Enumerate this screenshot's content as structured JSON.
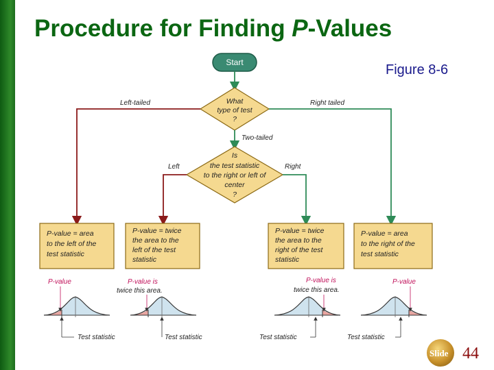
{
  "slide": {
    "title_main": "Procedure for Finding ",
    "title_p": "P",
    "title_rest": "-Values",
    "figure_label": "Figure 8-6",
    "slide_word": "Slide",
    "slide_number": "44"
  },
  "flowchart": {
    "start": "Start",
    "q1": [
      "What",
      "type of test",
      "?"
    ],
    "left_tailed": "Left-tailed",
    "right_tailed": "Right tailed",
    "two_tailed": "Two-tailed",
    "q2": [
      "Is",
      "the test statistic",
      "to the right or left of",
      "center",
      "?"
    ],
    "left": "Left",
    "right": "Right",
    "box1": [
      "P-value = area",
      "to the left of the",
      "test statistic"
    ],
    "box2": [
      "P-value = twice",
      "the area to the",
      "left of the test",
      "statistic"
    ],
    "box3": [
      "P-value = twice",
      "the area to the",
      "right of the test",
      "statistic"
    ],
    "box4": [
      "P-value = area",
      "to the right of the",
      "test statistic"
    ]
  },
  "curves": {
    "c1_top": [
      "P-value"
    ],
    "c2_top": [
      "P-value is",
      "twice this area."
    ],
    "c3_top": [
      "P-value is",
      "twice this area."
    ],
    "c4_top": [
      "P-value"
    ],
    "test_statistic": "Test statistic"
  },
  "colors": {
    "sidebar": "#1e6d1e",
    "title": "#0b6612",
    "figure_label": "#1a1a8c",
    "box_fill": "#f5d990",
    "box_border": "#8b6914",
    "start_fill": "#3a8a72",
    "arrow_red": "#8b1a1a",
    "arrow_green": "#2e8b57",
    "tail_fill": "#e8a5a0",
    "curve_fill": "#cfe3ee",
    "pvalue_text": "#c0105a",
    "slide_number": "#8b0c0c"
  }
}
